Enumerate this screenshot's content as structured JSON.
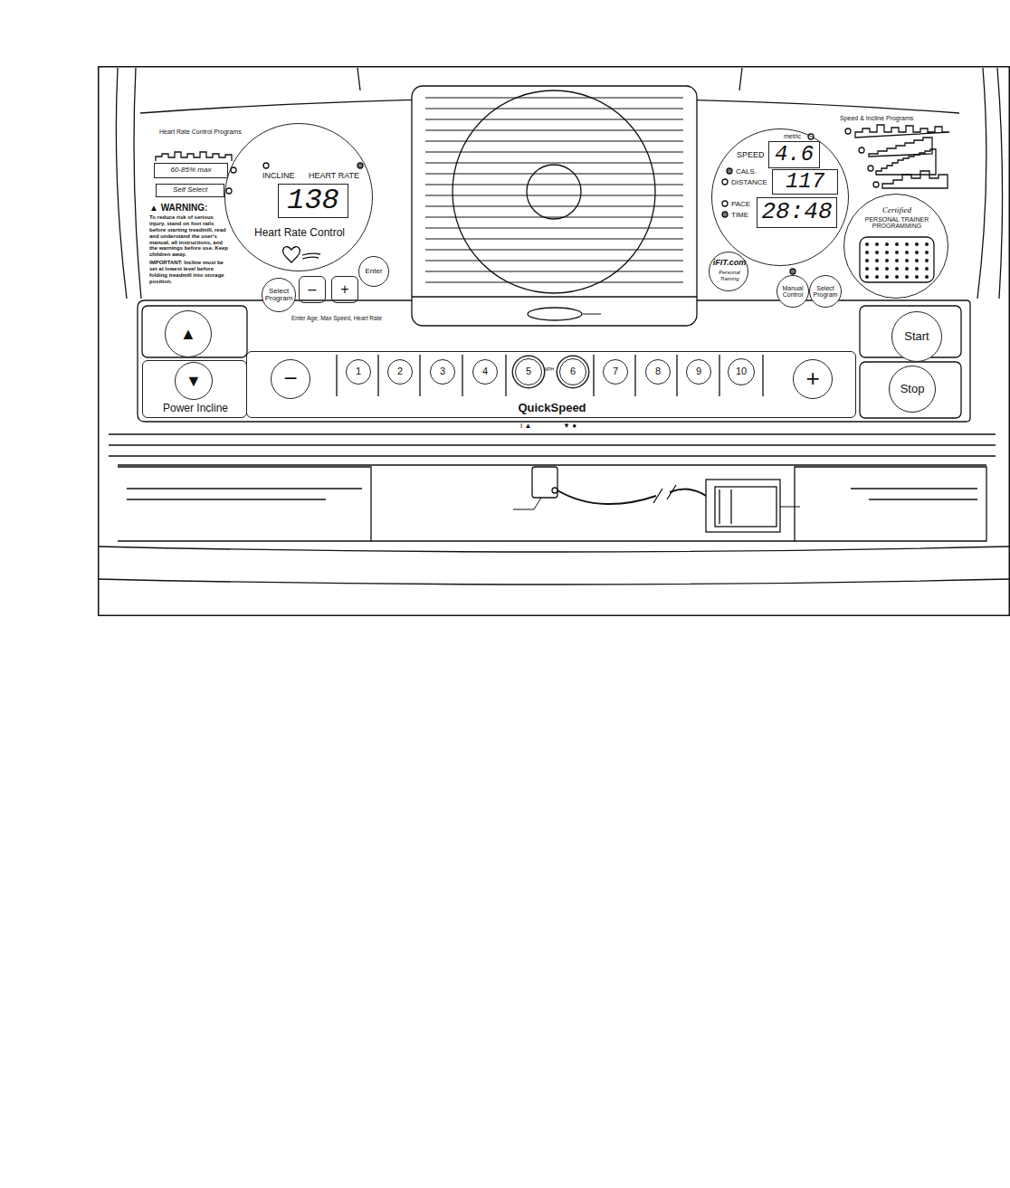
{
  "diagram": {
    "nodes": [
      {
        "text": [
          "60-85% max"
        ]
      },
      {
        "text": [
          "Self Select"
        ]
      },
      {
        "text": [
          "INCLINE",
          "HEART RATE",
          "Heart Rate Control"
        ]
      },
      {
        "text": [
          "138"
        ],
        "in": 2
      },
      {
        "text": [
          "Select Program"
        ]
      },
      {
        "text": [
          "–"
        ]
      },
      {
        "text": [
          "+"
        ]
      },
      {
        "text": [
          "Enter"
        ]
      },
      {
        "text": [
          "SPEED",
          "CALS.",
          "DISTANCE",
          "PACE",
          "TIME"
        ]
      },
      {
        "text": [
          "4.6"
        ],
        "in": 8
      },
      {
        "text": [
          "117"
        ],
        "in": 8
      },
      {
        "text": [
          "28:48"
        ],
        "in": 8
      },
      {
        "text": [
          "Certified",
          "PERSONAL TRAINER PROGRAMMING"
        ]
      },
      {
        "text": [
          "iFIT.com",
          "Personal Training"
        ]
      },
      {
        "text": [
          "Manual Control"
        ]
      },
      {
        "text": [
          "Select Program"
        ]
      },
      {
        "text": [
          "▲"
        ]
      },
      {
        "text": [
          "Power Incline"
        ]
      },
      {
        "text": [
          "▼"
        ],
        "in": 17
      },
      {
        "text": [
          "QuickSpeed"
        ]
      },
      {
        "text": [
          "−"
        ],
        "in": 19
      },
      {
        "text": [
          "1"
        ],
        "in": 19
      },
      {
        "text": [
          "2"
        ],
        "in": 19
      },
      {
        "text": [
          "3"
        ],
        "in": 19
      },
      {
        "text": [
          "4"
        ],
        "in": 19
      },
      {
        "text": [
          "5"
        ],
        "in": 19
      },
      {
        "text": [
          "6"
        ],
        "in": 19
      },
      {
        "text": [
          "7"
        ],
        "in": 19
      },
      {
        "text": [
          "8"
        ],
        "in": 19
      },
      {
        "text": [
          "9"
        ],
        "in": 19
      },
      {
        "text": [
          "10"
        ],
        "in": 19
      },
      {
        "text": [
          "+"
        ],
        "in": 19
      },
      {
        "text": [
          "Start"
        ]
      },
      {
        "text": [
          "Stop"
        ]
      }
    ],
    "labels": [
      "Heart Rate Control Programs",
      "▲ WARNING:",
      "To reduce risk of serious injury, stand on foot rails before starting treadmill, read and understand the user's manual, all instructions, and the warnings before use. Keep children away.",
      "IMPORTANT: Incline must be set at lowest level before folding treadmill into storage position.",
      "Enter Age, Max Speed, Heart Rate",
      "Speed & Incline Programs",
      "metric",
      "MPH",
      "I ▲",
      "▼ ●"
    ]
  }
}
